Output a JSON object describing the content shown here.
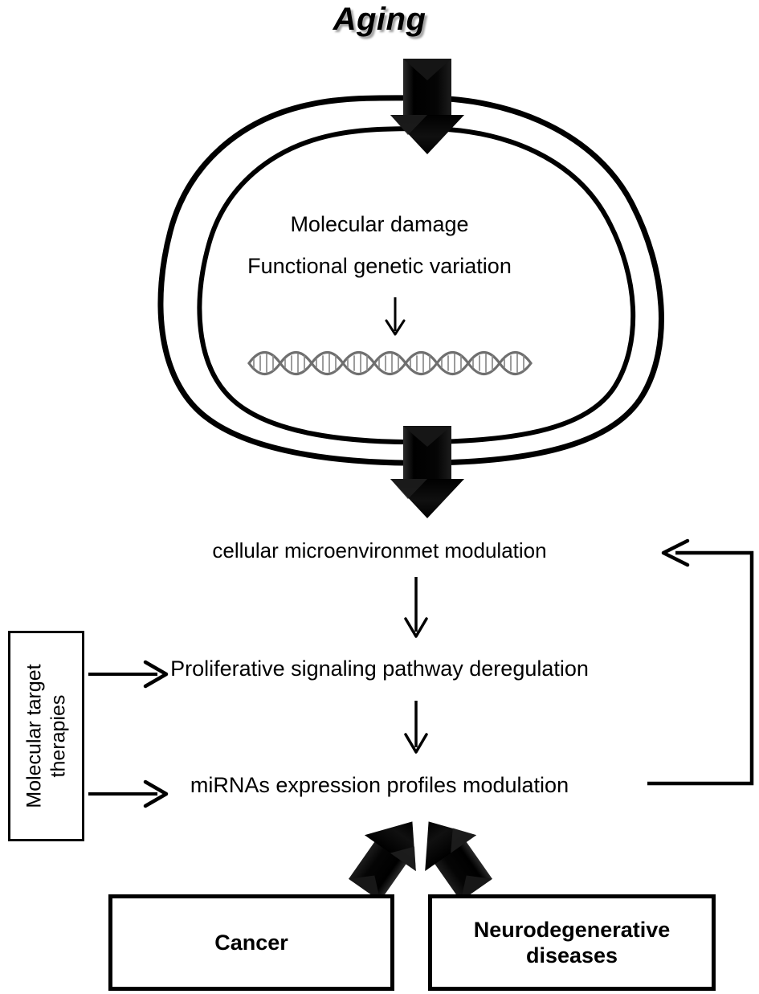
{
  "figure": {
    "type": "flow-diagram",
    "title": "Aging",
    "background_color": "#ffffff",
    "stroke_color": "#000000",
    "helix_color": "#6f6f6f"
  },
  "cell": {
    "label_molecular_damage": "Molecular damage",
    "label_functional_variation": "Functional genetic variation",
    "dna_icon": "dna-double-helix"
  },
  "flow": {
    "step_microenvironment": "cellular microenvironmet modulation",
    "step_proliferative": "Proliferative signaling pathway deregulation",
    "step_mirna": "miRNAs expression profiles modulation"
  },
  "therapy": {
    "label": "Molecular target\ntherapies"
  },
  "outcomes": [
    {
      "label": "Cancer"
    },
    {
      "label": "Neurodegenerative\ndiseases"
    }
  ],
  "arrows": {
    "aging_into_cell": "block-arrow-down",
    "cell_to_flow": "block-arrow-down",
    "micro_to_prolif": "thin-arrow-down",
    "prolif_to_mirna": "thin-arrow-down",
    "therapy_to_prolif": "thin-arrow-right",
    "therapy_to_mirna": "thin-arrow-right",
    "mirna_feedback_to_micro": "feedback-loop-arrow-left",
    "mirna_to_cancer": "block-arrow-down-left",
    "mirna_to_neuro": "block-arrow-down-right"
  }
}
